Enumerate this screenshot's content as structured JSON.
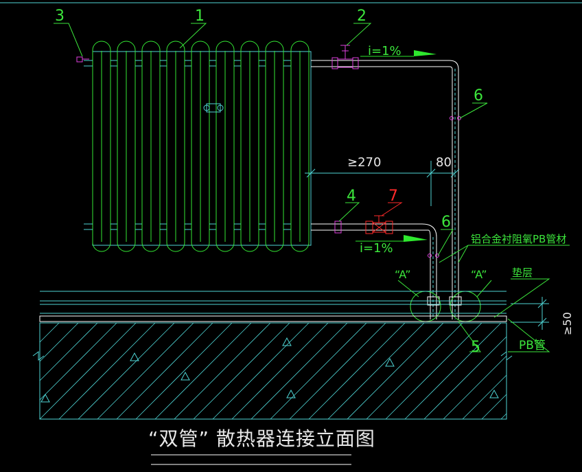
{
  "title": "“双管” 散热器连接立面图",
  "labels": {
    "n1": "1",
    "n2": "2",
    "n3": "3",
    "n4": "4",
    "n5": "5",
    "n6a": "6",
    "n6b": "6",
    "n7": "7",
    "slope_top": "i=1%",
    "slope_bottom": "i=1%",
    "dim_270": "≥270",
    "dim_80": "80",
    "dim_50": "≥50",
    "detail_a1": "“A”",
    "detail_a2": "“A”",
    "pipe_material": "铝合金衬阻氧PB管材",
    "cushion": "垫层",
    "pb_pipe": "PB管"
  },
  "colors": {
    "radiator": "#34e834",
    "radiator_outline": "#2ecc71",
    "cyan": "#4fd6d6",
    "white": "#ffffff",
    "leader": "#3ce63c",
    "valve_red": "#ff2a2a",
    "fitting_magenta": "#e040e0",
    "slope_arrow": "#2ee82e"
  },
  "icons": {
    "air_vent": "air-vent-icon",
    "supply_valve": "temperature-control-valve-icon",
    "return_valve": "ball-valve-icon",
    "union": "union-fitting-icon",
    "bracket": "wall-bracket-icon"
  }
}
